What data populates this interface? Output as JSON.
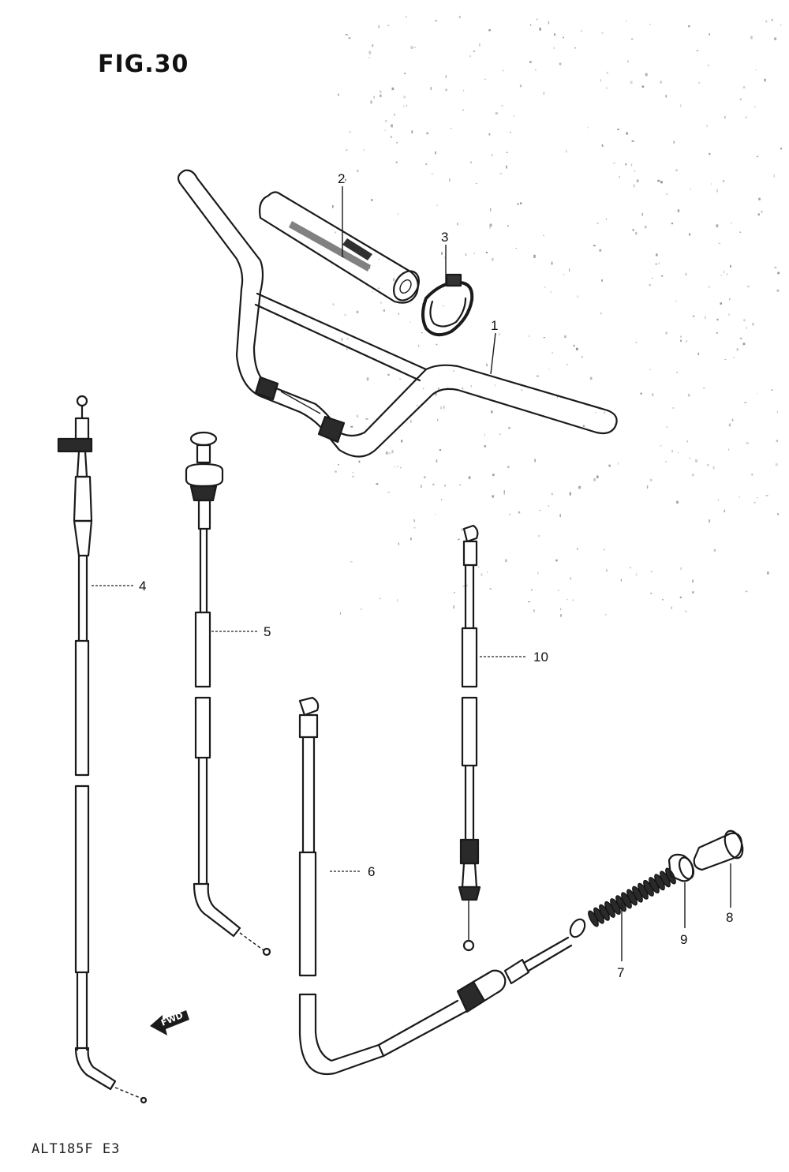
{
  "figure": {
    "title": "FIG.30",
    "model_code": "ALT185F E3",
    "fwd_label": "FWD"
  },
  "callouts": [
    {
      "id": "1",
      "label": "1"
    },
    {
      "id": "2",
      "label": "2"
    },
    {
      "id": "3",
      "label": "3"
    },
    {
      "id": "4",
      "label": "4"
    },
    {
      "id": "5",
      "label": "5"
    },
    {
      "id": "6",
      "label": "6"
    },
    {
      "id": "7",
      "label": "7"
    },
    {
      "id": "8",
      "label": "8"
    },
    {
      "id": "9",
      "label": "9"
    },
    {
      "id": "10",
      "label": "10"
    }
  ]
}
